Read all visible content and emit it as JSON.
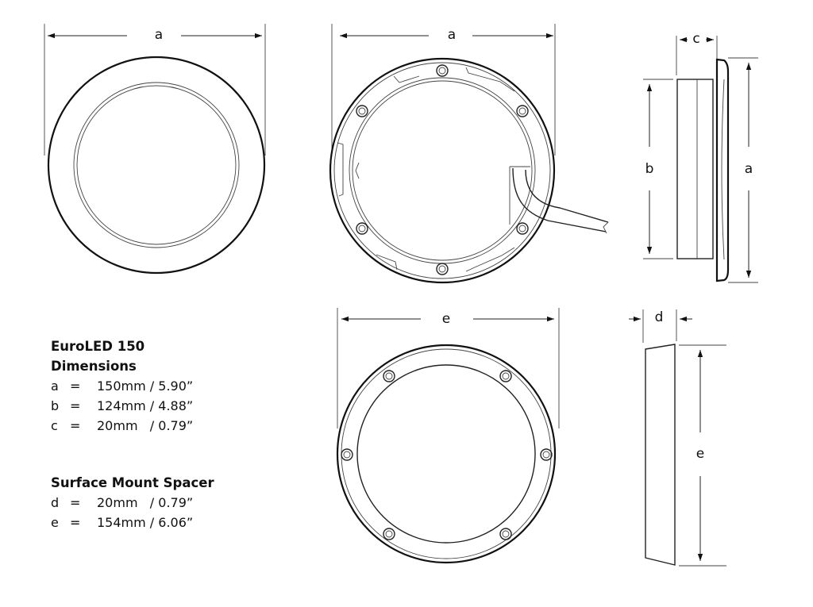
{
  "labels": {
    "a": "a",
    "b": "b",
    "c": "c",
    "d": "d",
    "e": "e"
  },
  "specs": {
    "product_title": "EuroLED 150",
    "product_subtitle": "Dimensions",
    "product_rows": [
      {
        "key": "a",
        "eq": "=",
        "value": "150mm / 5.90”"
      },
      {
        "key": "b",
        "eq": "=",
        "value": "124mm / 4.88”"
      },
      {
        "key": "c",
        "eq": "=",
        "value": "20mm   / 0.79”"
      }
    ],
    "spacer_title": "Surface Mount Spacer",
    "spacer_rows": [
      {
        "key": "d",
        "eq": "=",
        "value": "20mm   / 0.79”"
      },
      {
        "key": "e",
        "eq": "=",
        "value": "154mm / 6.06”"
      }
    ]
  }
}
